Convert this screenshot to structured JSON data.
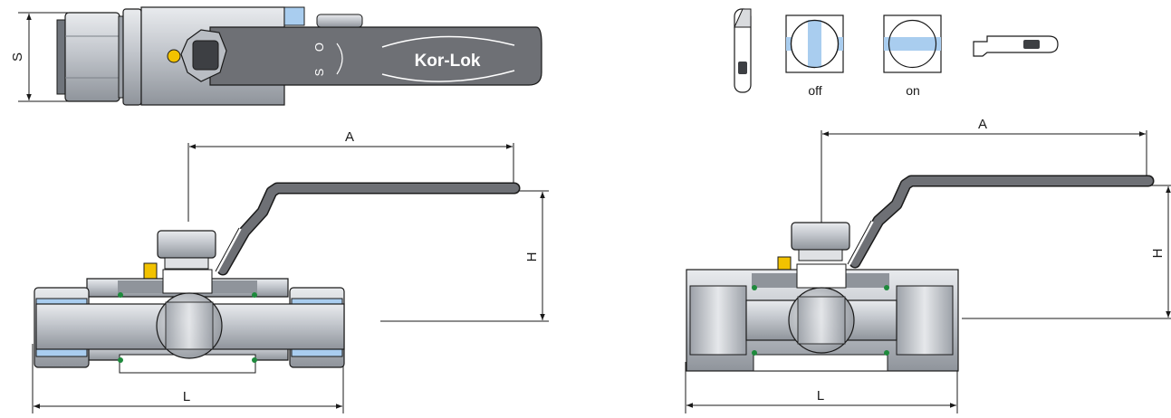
{
  "brand": {
    "logo_text": "Kor-Lok"
  },
  "handle_marks": {
    "s": "S",
    "o": "O"
  },
  "top_view": {
    "dim_s": "S"
  },
  "left_section": {
    "dim_a": "A",
    "dim_h": "H",
    "dim_l": "L"
  },
  "right_section": {
    "dim_a": "A",
    "dim_h": "H",
    "dim_l": "L"
  },
  "positions": {
    "off_label": "off",
    "on_label": "on"
  },
  "colors": {
    "steel": "#c9ccd1",
    "steel_dark": "#8f949b",
    "handle": "#6e7075",
    "accent_blue": "#a9cdef",
    "accent_yellow": "#f2c200",
    "seal_green": "#1e8a3c",
    "line": "#1a1a1a"
  },
  "icons": [
    "handle-side-icon",
    "off-position-icon",
    "on-position-icon",
    "handle-top-icon"
  ]
}
